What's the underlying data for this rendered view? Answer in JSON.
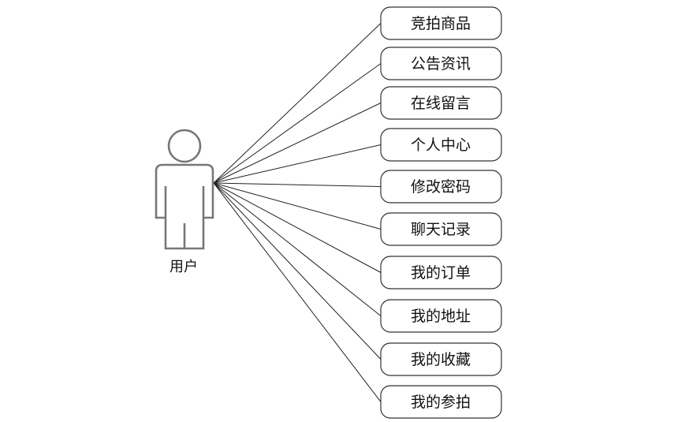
{
  "actor": {
    "label": "用户",
    "icon": "person-icon"
  },
  "use_cases": [
    {
      "label": "竞拍商品"
    },
    {
      "label": "公告资讯"
    },
    {
      "label": "在线留言"
    },
    {
      "label": "个人中心"
    },
    {
      "label": "修改密码"
    },
    {
      "label": "聊天记录"
    },
    {
      "label": "我的订单"
    },
    {
      "label": "我的地址"
    },
    {
      "label": "我的收藏"
    },
    {
      "label": "我的参拍"
    }
  ],
  "colors": {
    "stroke": "#333333",
    "actor_stroke": "#777777",
    "background": "#ffffff"
  }
}
